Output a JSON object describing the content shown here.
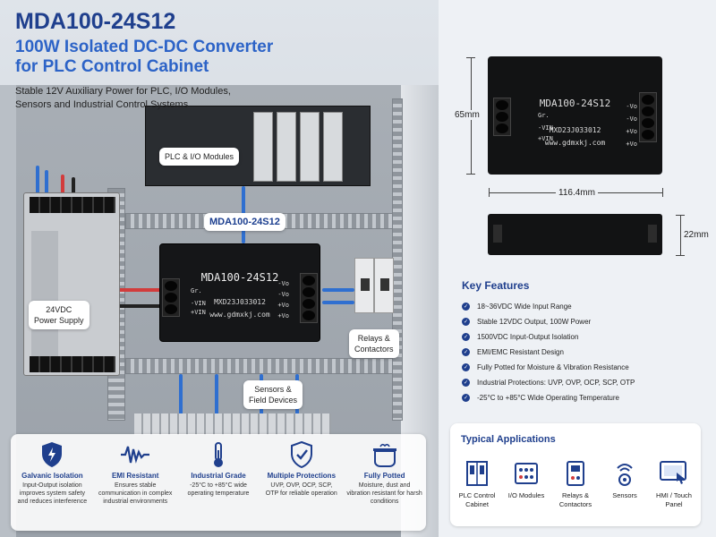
{
  "hero": {
    "title": "MDA100-24S12",
    "subtitle_line1": "100W Isolated DC-DC Converter",
    "subtitle_line2": "for PLC Control Cabinet",
    "desc_line1": "Stable 12V Auxiliary Power for PLC, I/O Modules,",
    "desc_line2": "Sensors and Industrial Control Systems"
  },
  "callouts": {
    "plc": "PLC & I/O Modules",
    "converter": "MDA100-24S12",
    "psu_line1": "24VDC",
    "psu_line2": "Power Supply",
    "relays_line1": "Relays &",
    "relays_line2": "Contactors",
    "sensors_line1": "Sensors &",
    "sensors_line2": "Field Devices"
  },
  "product_label": {
    "model": "MDA100-24S12",
    "serial": "MXD23J033012",
    "web": "www.gdmxkj.com",
    "pins_left": [
      "Gr.",
      "-VIN",
      "+VIN"
    ],
    "pins_right": [
      "-Vo",
      "-Vo",
      "+Vo",
      "+Vo"
    ]
  },
  "dimensions": {
    "height": "65mm",
    "length": "116.4mm",
    "thickness": "22mm"
  },
  "strip_features": [
    {
      "icon": "shield-bolt-icon",
      "title": "Galvanic Isolation",
      "desc": "Input-Output isolation improves system safety and reduces interference"
    },
    {
      "icon": "emi-wave-icon",
      "title": "EMI Resistant",
      "desc": "Ensures stable communication in complex industrial environments"
    },
    {
      "icon": "thermometer-icon",
      "title": "Industrial Grade",
      "desc": "-25°C to +85°C wide operating temperature"
    },
    {
      "icon": "shield-check-icon",
      "title": "Multiple Protections",
      "desc": "UVP, OVP, OCP, SCP, OTP for reliable operation"
    },
    {
      "icon": "potted-module-icon",
      "title": "Fully Potted",
      "desc": "Moisture, dust and vibration resistant for harsh conditions"
    }
  ],
  "key_features": {
    "title": "Key Features",
    "items": [
      "18~36VDC Wide Input Range",
      "Stable 12VDC Output, 100W Power",
      "1500VDC Input-Output Isolation",
      "EMI/EMC Resistant Design",
      "Fully Potted for Moisture & Vibration Resistance",
      "Industrial Protections: UVP, OVP, OCP, SCP, OTP",
      "-25°C to +85°C Wide Operating Temperature"
    ]
  },
  "applications": {
    "title": "Typical Applications",
    "items": [
      {
        "icon": "plc-cabinet-icon",
        "line1": "PLC Control",
        "line2": "Cabinet"
      },
      {
        "icon": "io-module-icon",
        "line1": "I/O Modules",
        "line2": ""
      },
      {
        "icon": "relay-icon",
        "line1": "Relays &",
        "line2": "Contactors"
      },
      {
        "icon": "sensor-icon",
        "line1": "Sensors",
        "line2": ""
      },
      {
        "icon": "hmi-touch-icon",
        "line1": "HMI / Touch",
        "line2": "Panel"
      }
    ]
  },
  "colors": {
    "brand_dark": "#1f3f8d",
    "brand_blue": "#2c63c7",
    "module_black": "#151618"
  }
}
